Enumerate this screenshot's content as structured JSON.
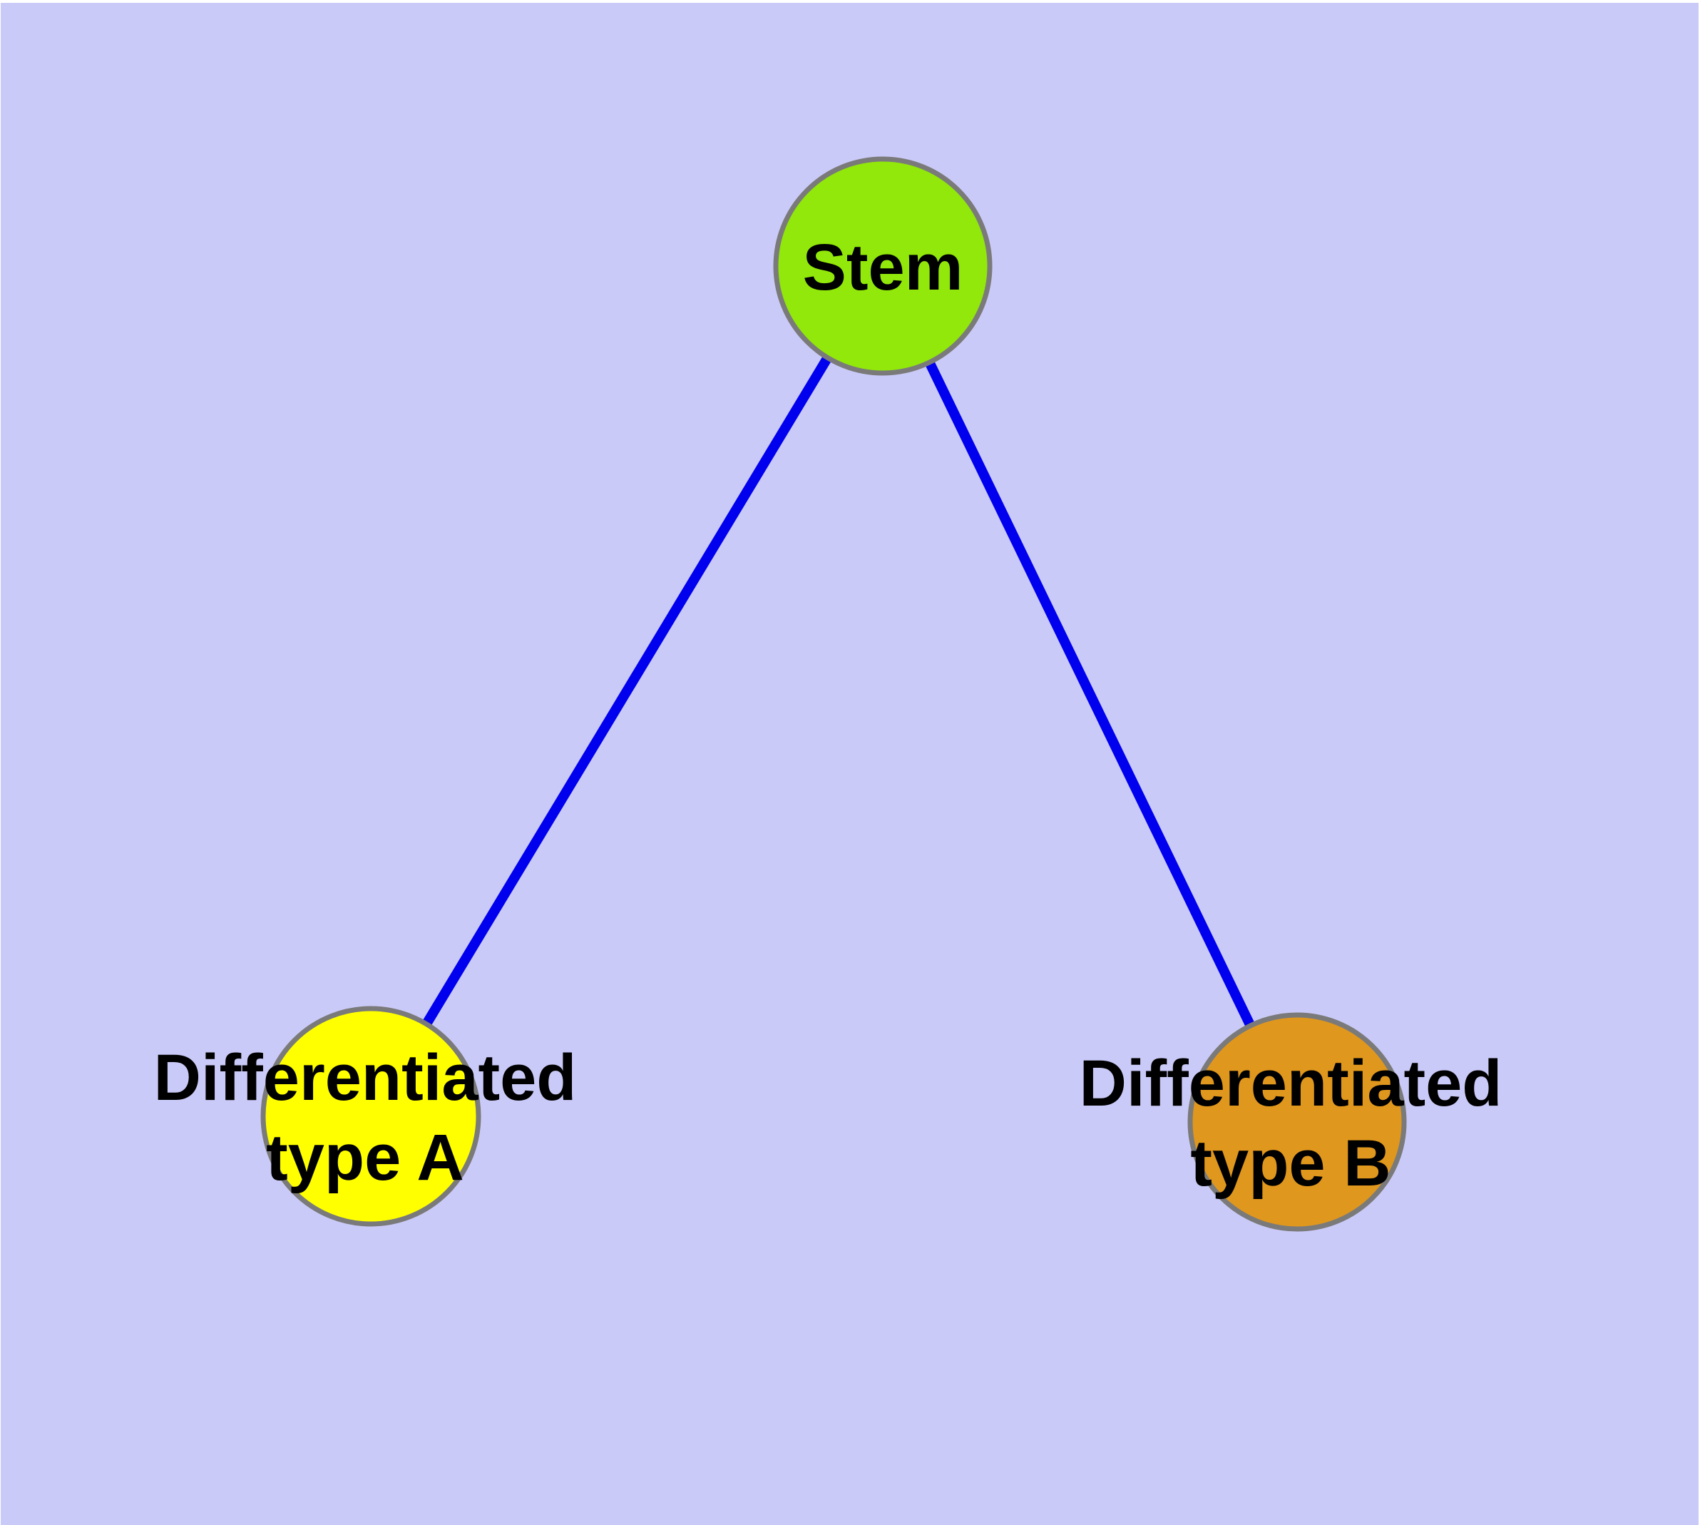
{
  "diagram": {
    "page_background": "#ffffff",
    "background": "#cacaf8",
    "edge_color": "#0000ee",
    "edge_style": "solid",
    "node_border_color": "#7a7a7a",
    "label_color": "#000000",
    "nodes": {
      "stem": {
        "label": "Stem",
        "color": "#91e80a",
        "shape": "circle"
      },
      "type_a": {
        "label_line1": "Differentiated",
        "label_line2": "type A",
        "color": "#ffff00",
        "shape": "circle"
      },
      "type_b": {
        "label_line1": "Differentiated",
        "label_line2": "type B",
        "color": "#e0971d",
        "shape": "circle"
      }
    },
    "edges": [
      {
        "from": "Stem",
        "to": "Differentiated type A"
      },
      {
        "from": "Stem",
        "to": "Differentiated type B"
      }
    ]
  }
}
